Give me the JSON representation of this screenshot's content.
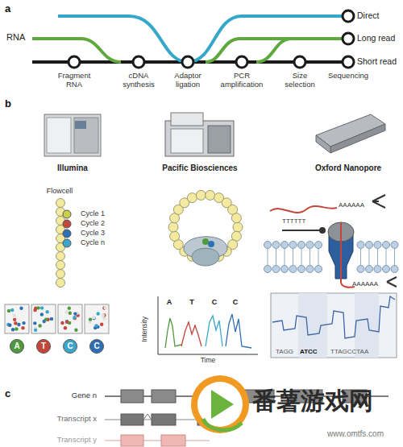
{
  "diagram": {
    "labels": [
      "a",
      "RNA",
      "Fragment RNA",
      "cDNA synthesis",
      "Adaptor ligation",
      "PCR amplification",
      "Size selection",
      "Sequencing",
      "Direct",
      "Long read",
      "Short read",
      "b",
      "Illumina",
      "Pacific Biosciences",
      "Oxford Nanopore",
      "Flowcell",
      "Cycle 1",
      "Cycle 2",
      "Cycle 3",
      "Cycle n",
      "A",
      "T",
      "C",
      "C",
      "Intensity",
      "Time",
      "AAAAAA",
      "TTTTTT",
      "AAAAAA",
      "TAGG",
      "ATCC",
      "TTAGCCTAA",
      "c",
      "Gene n",
      "Transcript x",
      "Transcript y",
      "番薯游戏网",
      "www.omtfs.com"
    ],
    "legend": [
      {
        "text": "A",
        "color": "#4f9a3b"
      },
      {
        "text": "T",
        "color": "#c4463a"
      },
      {
        "text": "C",
        "color": "#3aa6c9"
      },
      {
        "text": "C",
        "color": "#2f6fb5"
      }
    ]
  }
}
